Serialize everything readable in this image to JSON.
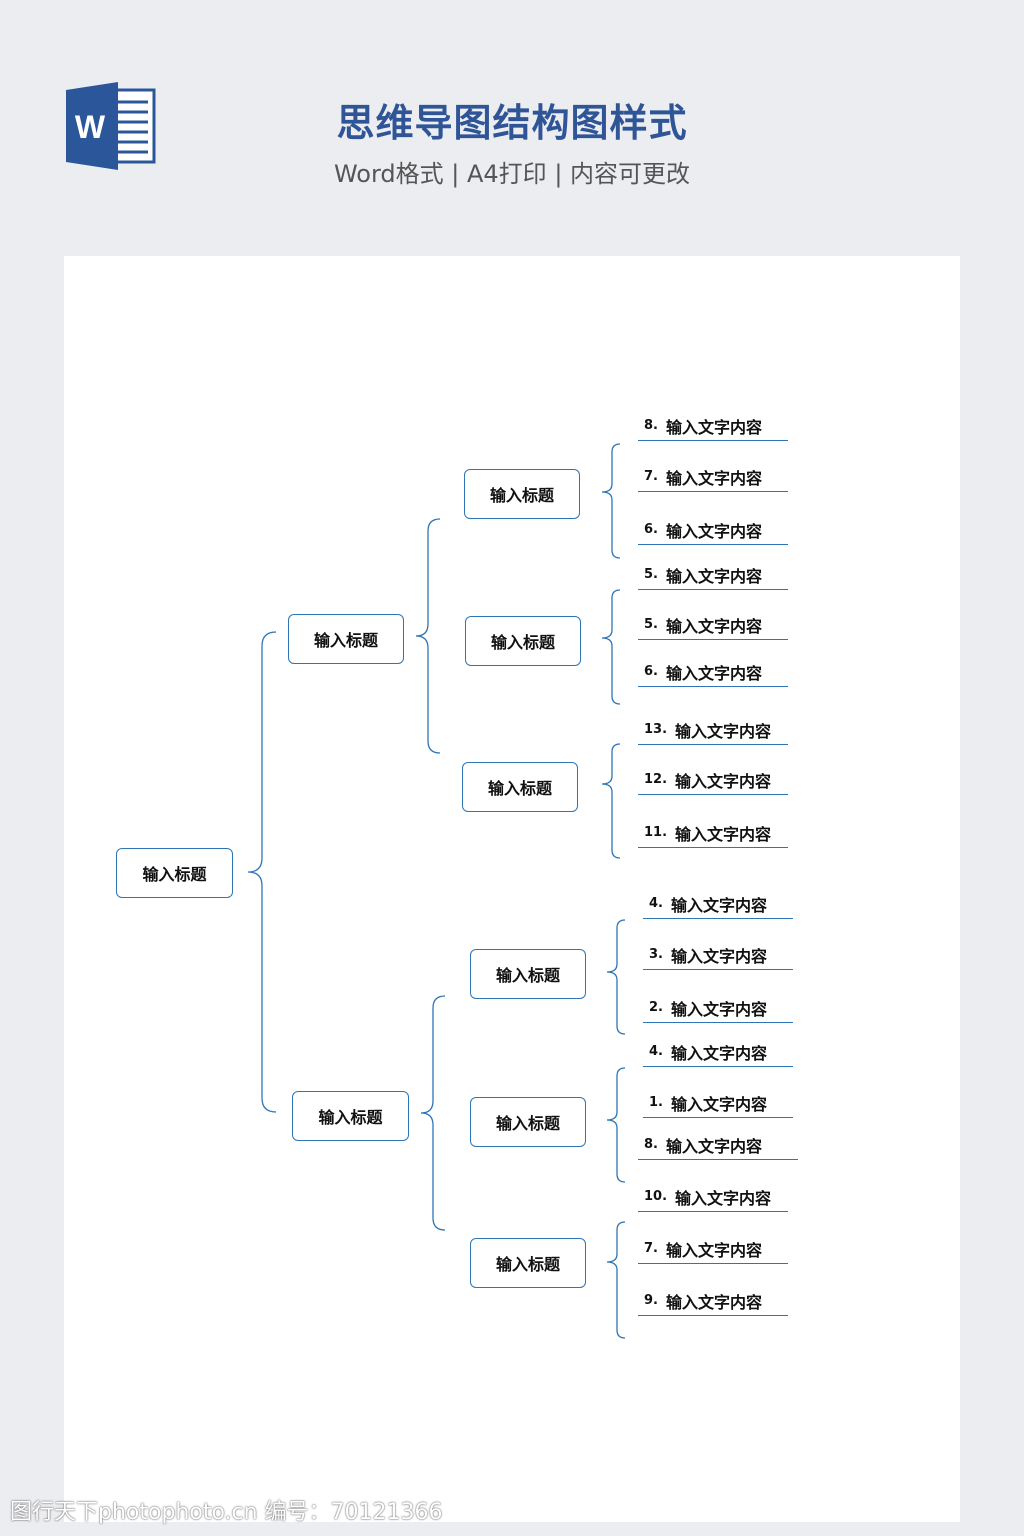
{
  "header": {
    "title": "思维导图结构图样式",
    "subtitle": "Word格式 | A4打印 | 内容可更改"
  },
  "logo": {
    "icon": "word-icon",
    "letter": "W",
    "color": "#2b579a"
  },
  "diagram": {
    "root": "输入标题",
    "level1": [
      "输入标题",
      "输入标题"
    ],
    "level2": [
      "输入标题",
      "输入标题",
      "输入标题",
      "输入标题",
      "输入标题",
      "输入标题"
    ],
    "leaves": [
      {
        "num": "8.",
        "text": "输入文字内容"
      },
      {
        "num": "7.",
        "text": "输入文字内容"
      },
      {
        "num": "6.",
        "text": "输入文字内容"
      },
      {
        "num": "5.",
        "text": "输入文字内容"
      },
      {
        "num": "5.",
        "text": "输入文字内容"
      },
      {
        "num": "6.",
        "text": "输入文字内容"
      },
      {
        "num": "13.",
        "text": "输入文字内容"
      },
      {
        "num": "12.",
        "text": "输入文字内容"
      },
      {
        "num": "11.",
        "text": "输入文字内容"
      },
      {
        "num": "4.",
        "text": "输入文字内容"
      },
      {
        "num": "3.",
        "text": "输入文字内容"
      },
      {
        "num": "2.",
        "text": "输入文字内容"
      },
      {
        "num": "4.",
        "text": "输入文字内容"
      },
      {
        "num": "1.",
        "text": "输入文字内容"
      },
      {
        "num": "8.",
        "text": "输入文字内容"
      },
      {
        "num": "10.",
        "text": "输入文字内容"
      },
      {
        "num": "7.",
        "text": "输入文字内容"
      },
      {
        "num": "9.",
        "text": "输入文字内容"
      }
    ],
    "line_color": "#2e75b6"
  },
  "watermark": "图行天下photophoto.cn  编号：70121366"
}
